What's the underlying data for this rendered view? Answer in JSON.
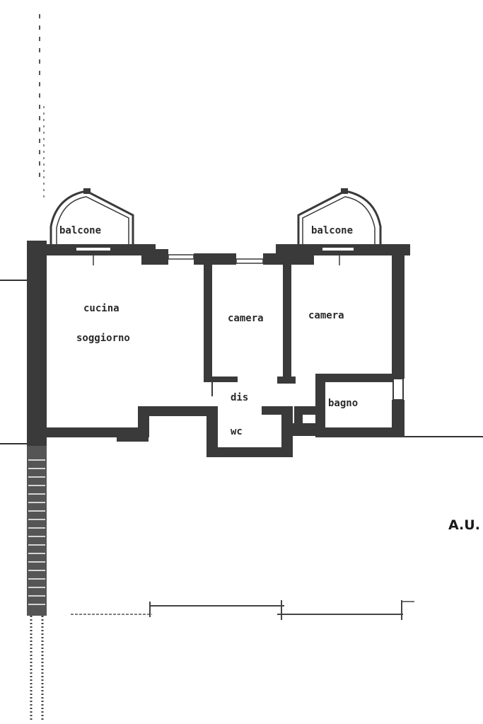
{
  "rooms": {
    "balcone_left": "balcone",
    "balcone_right": "balcone",
    "cucina_line1": "cucina",
    "cucina_line2": "soggiorno",
    "camera_left": "camera",
    "camera_right": "camera",
    "dis": "dis",
    "wc": "wc",
    "bagno": "bagno"
  },
  "annotation": "A.U.",
  "colors": {
    "wall": "#3a3a3a",
    "background": "#ffffff"
  }
}
